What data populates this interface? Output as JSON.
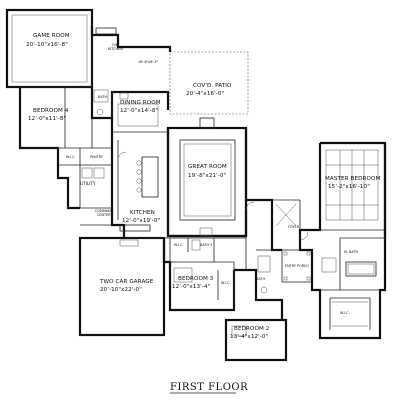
{
  "title": "FIRST FLOOR",
  "rooms": {
    "game_room": {
      "name": "GAME ROOM",
      "dims": "20'-10\"x16'-8\""
    },
    "bedroom4": {
      "name": "BEDROOM 4",
      "dims": "12'-0\"x11'-8\""
    },
    "dining": {
      "name": "DINING ROOM",
      "dims": "12'-0\"x14'-8\""
    },
    "patio": {
      "name": "COV'D. PATIO",
      "dims": "20'-4\"x16'-0\""
    },
    "great": {
      "name": "GREAT ROOM",
      "dims": "19'-8\"x21'-0\""
    },
    "master": {
      "name": "MASTER BEDROOM",
      "dims": "15'-2\"x16'-10\""
    },
    "kitchen": {
      "name": "KITCHEN",
      "dims": "12'-0\"x19'-0\""
    },
    "garage": {
      "name": "TWO CAR GARAGE",
      "dims": "20'-10\"x22'-0\""
    },
    "bedroom3": {
      "name": "BEDROOM 3",
      "dims": "12'-0\"x13'-4\""
    },
    "bedroom2": {
      "name": "BEDROOM 2",
      "dims": "13'-4\"x12'-0\""
    }
  },
  "small_labels": {
    "od_kitchen_1": "O/D",
    "od_kitchen_2": "KITCHEN",
    "patio_note": "16'-8\"x8'-4\"",
    "bath_upper": "BATH",
    "wic_upper": "W.I.C.",
    "pantry": "PANTRY",
    "utility": "UTILITY",
    "command_1": "COMMAND",
    "command_2": "CENTER",
    "wic_mid": "W.I.C.",
    "bath3": "BATH 3",
    "foyer": "FOYER",
    "entry_porch": "ENTRY PORCH",
    "bath_mid": "BATH",
    "wic_small": "W.I.C.",
    "m_bath": "M. BATH",
    "wic_master": "W.I.C."
  }
}
